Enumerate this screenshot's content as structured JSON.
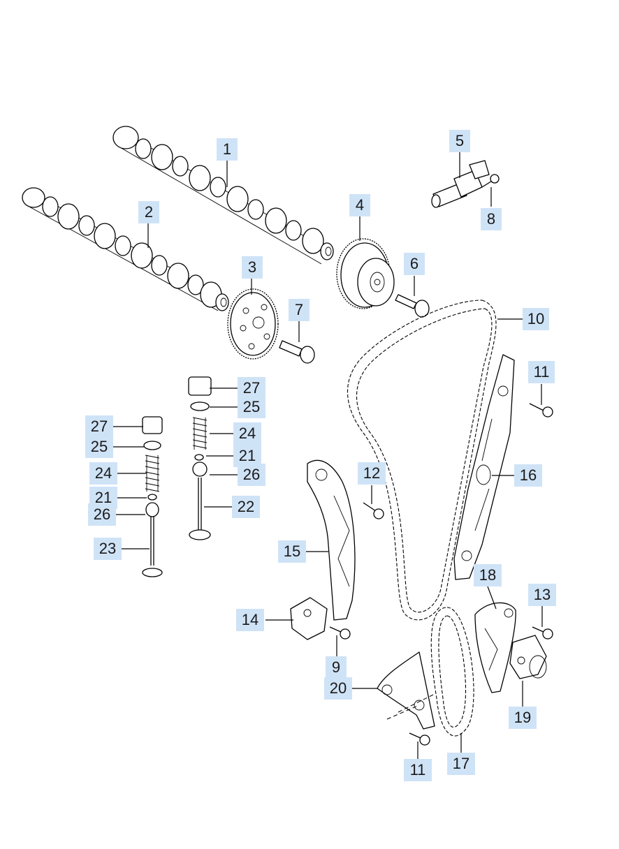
{
  "label_color": "#cfe3f7",
  "line_color": "#000000",
  "callouts": [
    {
      "id": "c1",
      "text": "1"
    },
    {
      "id": "c2",
      "text": "2"
    },
    {
      "id": "c3",
      "text": "3"
    },
    {
      "id": "c4",
      "text": "4"
    },
    {
      "id": "c5",
      "text": "5"
    },
    {
      "id": "c6",
      "text": "6"
    },
    {
      "id": "c7",
      "text": "7"
    },
    {
      "id": "c8",
      "text": "8"
    },
    {
      "id": "c10",
      "text": "10"
    },
    {
      "id": "c11a",
      "text": "11"
    },
    {
      "id": "c27a",
      "text": "27"
    },
    {
      "id": "c25a",
      "text": "25"
    },
    {
      "id": "c24a",
      "text": "24"
    },
    {
      "id": "c21a",
      "text": "21"
    },
    {
      "id": "c26a",
      "text": "26"
    },
    {
      "id": "c22",
      "text": "22"
    },
    {
      "id": "c27b",
      "text": "27"
    },
    {
      "id": "c25b",
      "text": "25"
    },
    {
      "id": "c24b",
      "text": "24"
    },
    {
      "id": "c21b",
      "text": "21"
    },
    {
      "id": "c26b",
      "text": "26"
    },
    {
      "id": "c23",
      "text": "23"
    },
    {
      "id": "c12",
      "text": "12"
    },
    {
      "id": "c16",
      "text": "16"
    },
    {
      "id": "c15",
      "text": "15"
    },
    {
      "id": "c18",
      "text": "18"
    },
    {
      "id": "c13",
      "text": "13"
    },
    {
      "id": "c14",
      "text": "14"
    },
    {
      "id": "c9",
      "text": "9"
    },
    {
      "id": "c20",
      "text": "20"
    },
    {
      "id": "c19",
      "text": "19"
    },
    {
      "id": "c11b",
      "text": "11"
    },
    {
      "id": "c17",
      "text": "17"
    }
  ]
}
